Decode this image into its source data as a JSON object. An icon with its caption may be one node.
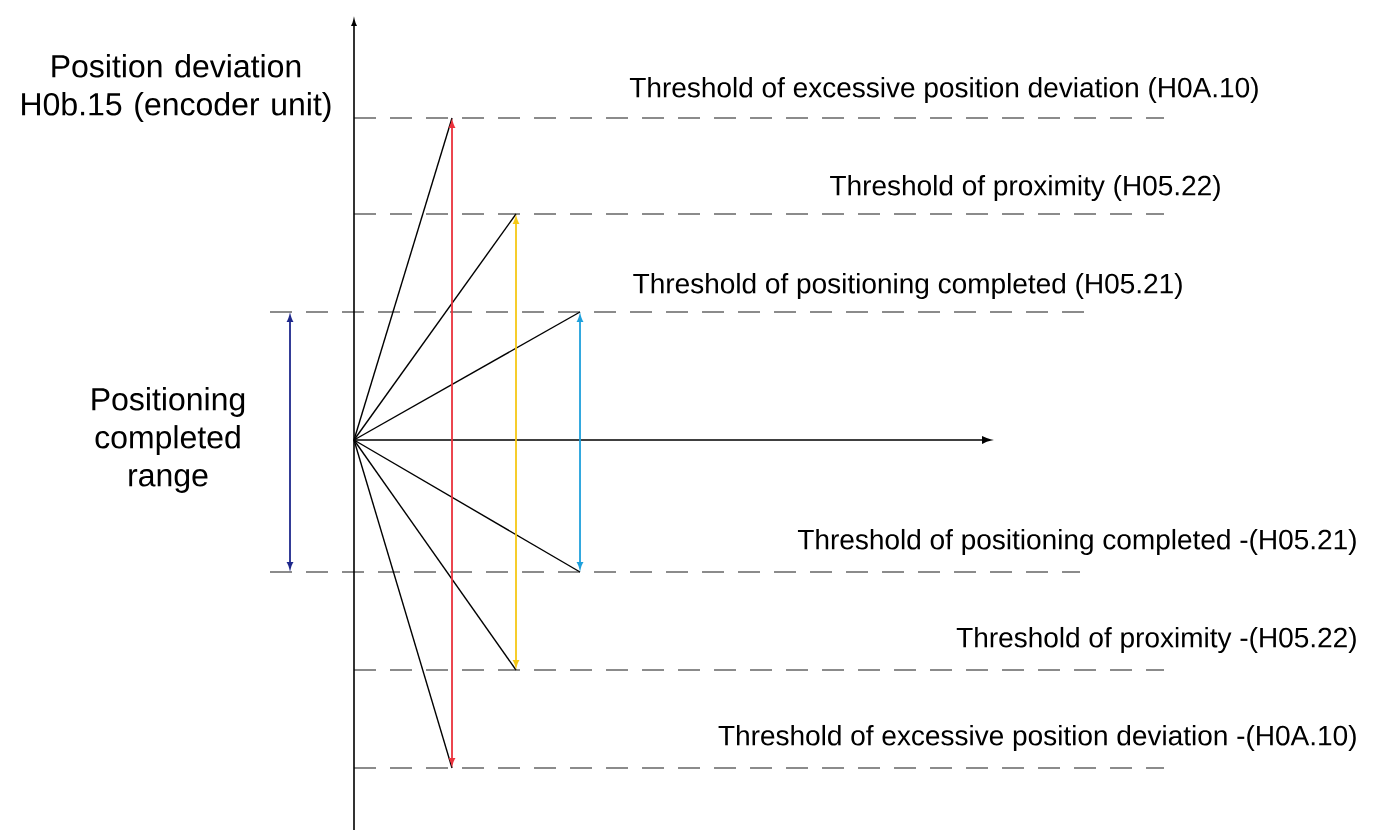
{
  "diagram": {
    "labels": [
      "Position deviation H0b.15 (encoder unit)",
      "Threshold of excessive position deviation (H0A.10)",
      "Threshold of proximity (H05.22)",
      "Threshold of positioning completed (H05.21)",
      "Positioning completed range",
      "Threshold of positioning completed -(H05.21)",
      "Threshold of proximity -(H05.22)",
      "Threshold of excessive position deviation -(H0A.10)"
    ]
  }
}
